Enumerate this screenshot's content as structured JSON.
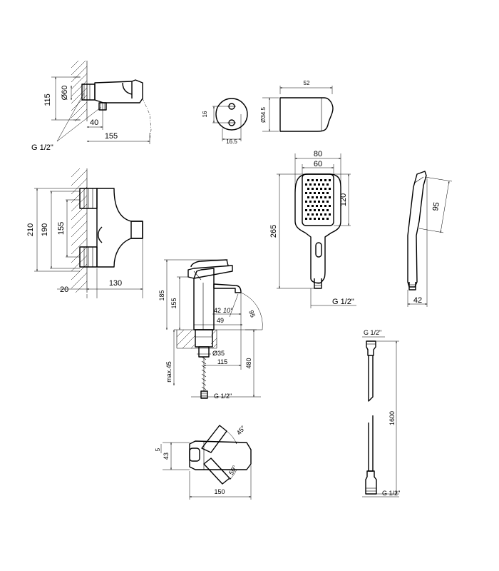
{
  "shower_mixer_side": {
    "height": "115",
    "outlet_diameter": "Ø60",
    "outlet_offset": "40",
    "length": "155",
    "thread": "G 1/2\""
  },
  "wall_holder": {
    "spacing": "16",
    "offset": "16.5"
  },
  "shower_outlet": {
    "length": "52",
    "diameter": "Ø34.5"
  },
  "shower_mixer_front": {
    "total_height": "210",
    "height_190": "190",
    "centers": "155",
    "wall_gap": "20",
    "depth": "130"
  },
  "hand_shower": {
    "head_width": "80",
    "face_width": "60",
    "face_height": "120",
    "total_length": "265",
    "thread": "G 1/2\"",
    "side_head": "95",
    "side_width": "42"
  },
  "basin_mixer": {
    "height_185": "185",
    "height_155": "155",
    "angle": "10°",
    "spout_42": "42",
    "spout_49": "49",
    "drop_95": "95",
    "base_diameter": "Ø35",
    "max_deck": "max.45",
    "reach": "115",
    "hose_length": "480",
    "thread": "G 1/2\""
  },
  "basin_top": {
    "lever_angle_front": "45°",
    "lever_angle_back": "50°",
    "width_43": "43",
    "small_mark": "5",
    "length": "150"
  },
  "shower_hose": {
    "thread_top": "G 1/2\"",
    "length": "1600",
    "thread_bottom": "G 1/2\""
  }
}
